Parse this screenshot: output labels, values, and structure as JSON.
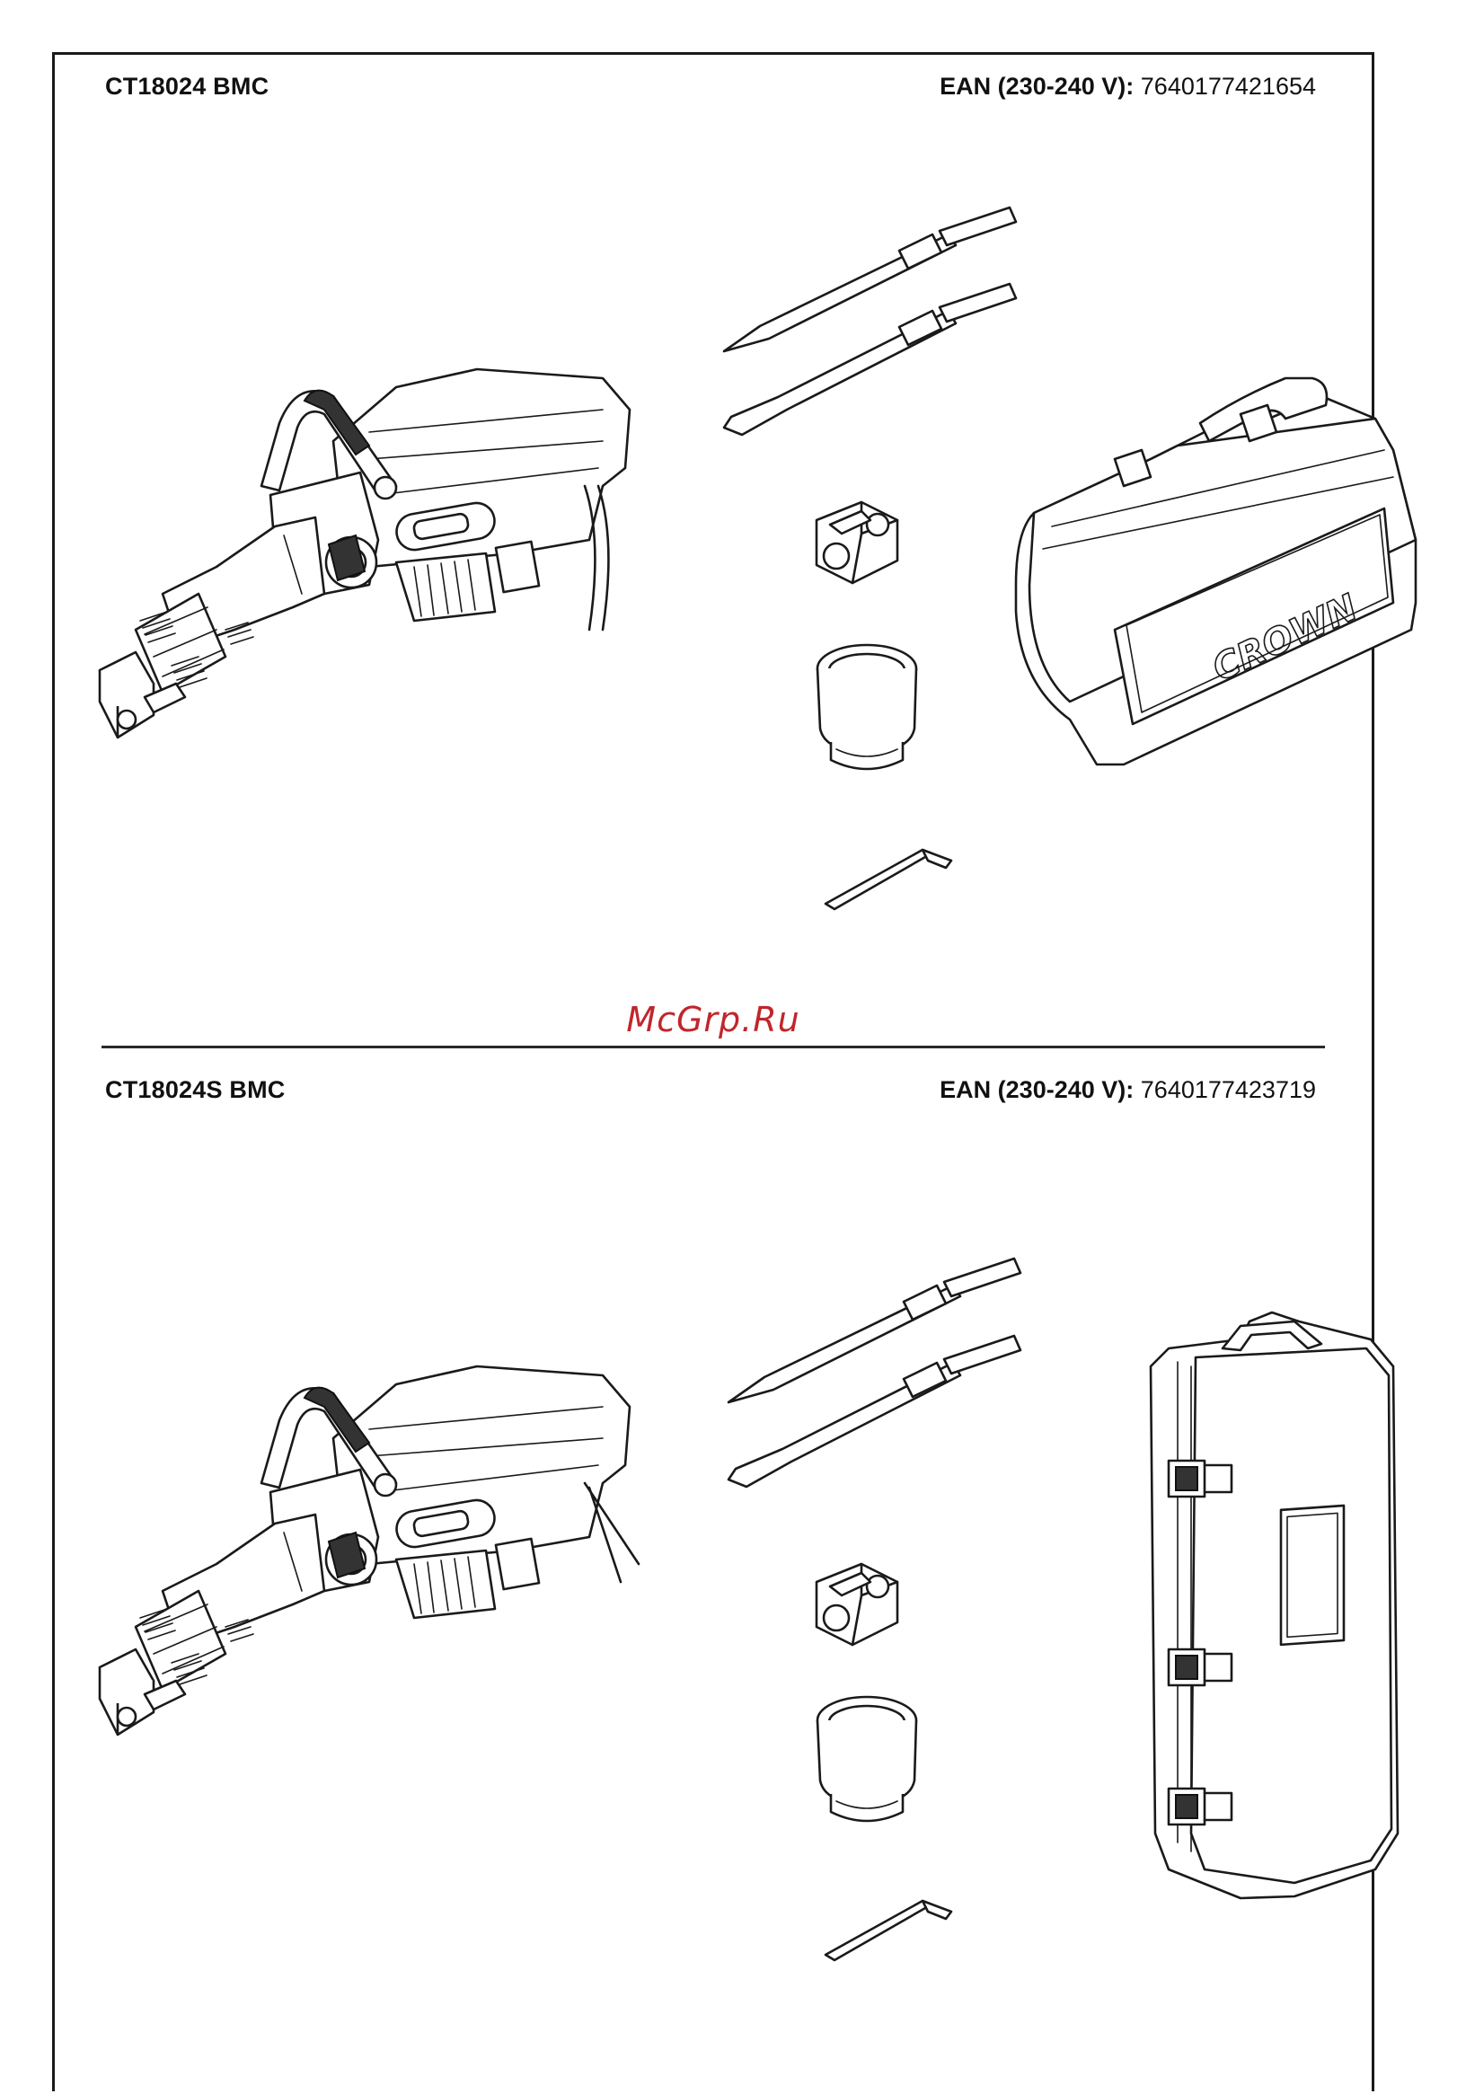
{
  "page": {
    "watermark": "McGrp.Ru"
  },
  "products": [
    {
      "model": "CT18024 BMC",
      "ean_label": "EAN (230-240 V):",
      "ean_value": "7640177421654",
      "case_brand": "CROWN",
      "case_style": "hard case with handle (horizontal)"
    },
    {
      "model": "CT18024S BMC",
      "ean_label": "EAN (230-240 V):",
      "ean_value": "7640177423719",
      "case_style": "hard case with clasps (vertical)"
    }
  ],
  "icons": {
    "tool": "demolition-hammer-icon",
    "point": "pointed-chisel-icon",
    "flat": "flat-chisel-icon",
    "holder": "tool-retainer-icon",
    "cap": "dust-cap-icon",
    "key": "hex-key-icon"
  }
}
